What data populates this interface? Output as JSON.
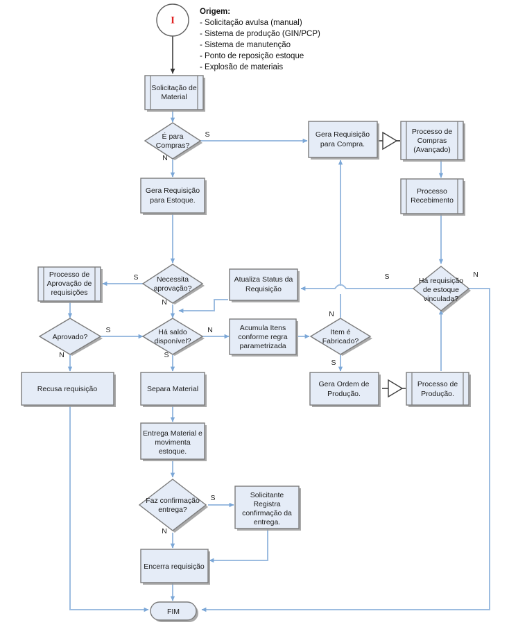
{
  "diagram": {
    "type": "flowchart",
    "language": "pt-BR",
    "title_note": {
      "heading": "Origem:",
      "items": [
        "- Solicitação avulsa (manual)",
        "- Sistema de produção (GIN/PCP)",
        "- Sistema de manutenção",
        "- Ponto de reposição estoque",
        "- Explosão de materiais"
      ]
    },
    "colors": {
      "node_fill": "#e5ecf7",
      "node_stroke": "#7b7b7b",
      "connector": "#9cbce0",
      "connector_dark": "#3d3d3d",
      "start_mark": "#e02020",
      "shadow": "#9a9a9a",
      "background": "#ffffff"
    },
    "nodes": {
      "start": {
        "label": "I",
        "shape": "circle"
      },
      "solicitacao_material": {
        "label": "Solicitação de Material",
        "shape": "predefined-process"
      },
      "e_para_compras": {
        "label": "É para Compras?",
        "shape": "decision"
      },
      "gera_req_compra": {
        "label": "Gera Requisição para Compra.",
        "shape": "process"
      },
      "processo_compras": {
        "label": "Processo de Compras (Avançado)",
        "shape": "predefined-process"
      },
      "processo_recebimento": {
        "label": "Processo Recebimento",
        "shape": "predefined-process"
      },
      "gera_req_estoque": {
        "label": "Gera Requisição para Estoque.",
        "shape": "process"
      },
      "necessita_aprovacao": {
        "label": "Necessita aprovação?",
        "shape": "decision"
      },
      "processo_aprovacao": {
        "label": "Processo de Aprovação de requisições",
        "shape": "predefined-process"
      },
      "aprovado": {
        "label": "Aprovado?",
        "shape": "decision"
      },
      "recusa_requisicao": {
        "label": "Recusa requisição",
        "shape": "process"
      },
      "ha_saldo": {
        "label": "Há saldo disponível?",
        "shape": "decision"
      },
      "atualiza_status": {
        "label": "Atualiza Status da Requisição",
        "shape": "process"
      },
      "acumula_itens": {
        "label": "Acumula Itens conforme regra parametrizada",
        "shape": "process"
      },
      "item_fabricado": {
        "label": "Item é Fabricado?",
        "shape": "decision"
      },
      "ha_requisicao_estoque": {
        "label": "Há requisição de estoque vinculada?",
        "shape": "decision"
      },
      "gera_ordem_producao": {
        "label": "Gera Ordem de Produção.",
        "shape": "process"
      },
      "processo_producao": {
        "label": "Processo de Produção.",
        "shape": "predefined-process"
      },
      "separa_material": {
        "label": "Separa Material",
        "shape": "process"
      },
      "entrega_material": {
        "label": "Entrega Material e movimenta estoque.",
        "shape": "process"
      },
      "faz_confirmacao": {
        "label": "Faz confirmação entrega?",
        "shape": "decision"
      },
      "solicitante_registra": {
        "label": "Solicitante Registra confirmação da entrega.",
        "shape": "process"
      },
      "encerra_requisicao": {
        "label": "Encerra requisição",
        "shape": "process"
      },
      "fim": {
        "label": "FIM",
        "shape": "terminator"
      }
    },
    "edge_labels": {
      "compras_s": "S",
      "compras_n": "N",
      "aprovacao_s": "S",
      "aprovacao_n": "N",
      "aprovado_s": "S",
      "aprovado_n": "N",
      "saldo_n": "N",
      "saldo_s": "S",
      "fabricado_n": "N",
      "fabricado_s": "S",
      "requisicao_s": "S",
      "requisicao_n": "N",
      "confirmacao_s": "S",
      "confirmacao_n": "N"
    }
  }
}
